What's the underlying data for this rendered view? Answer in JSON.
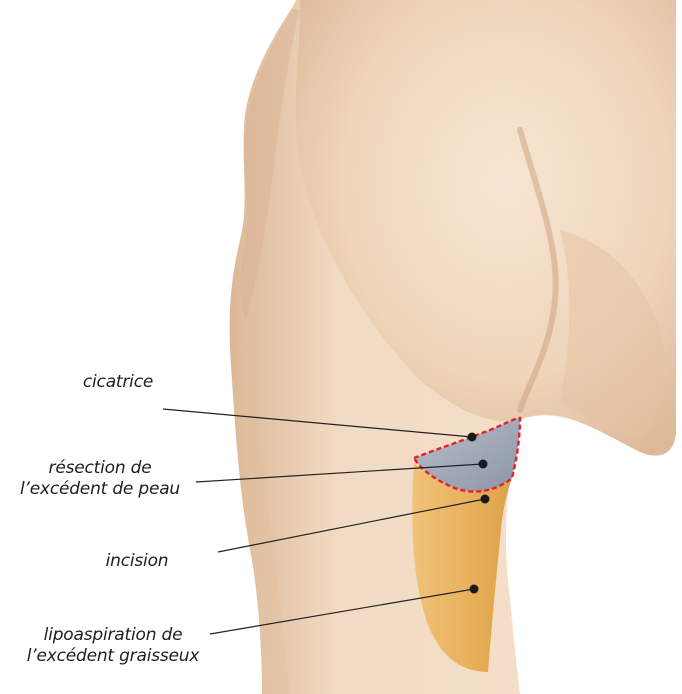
{
  "labels": {
    "cicatrice": "cicatrice",
    "resection_line1": "résection de",
    "resection_line2": "l’excédent de peau",
    "incision": "incision",
    "lipo_line1": "lipoaspiration de",
    "lipo_line2": "l’excédent graisseux"
  },
  "colors": {
    "skin": "#f1d9c0",
    "skin_shadow": "#d8b697",
    "fat_zone": "#e9b560",
    "skin_resection": "#9aa3b3",
    "incision_line": "#e8202a",
    "leader_line": "#222222"
  }
}
